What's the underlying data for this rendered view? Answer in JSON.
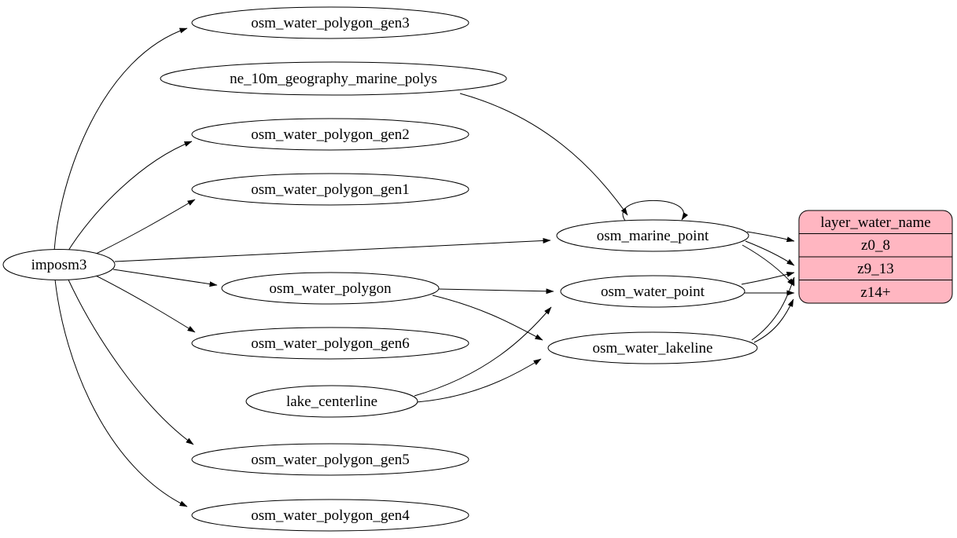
{
  "diagram": {
    "type": "directed-graph",
    "nodes": [
      {
        "id": "imposm3",
        "label": "imposm3"
      },
      {
        "id": "osm_water_polygon_gen3",
        "label": "osm_water_polygon_gen3"
      },
      {
        "id": "ne_10m_geography_marine_polys",
        "label": "ne_10m_geography_marine_polys"
      },
      {
        "id": "osm_water_polygon_gen2",
        "label": "osm_water_polygon_gen2"
      },
      {
        "id": "osm_water_polygon_gen1",
        "label": "osm_water_polygon_gen1"
      },
      {
        "id": "osm_marine_point",
        "label": "osm_marine_point"
      },
      {
        "id": "osm_water_polygon",
        "label": "osm_water_polygon"
      },
      {
        "id": "osm_water_point",
        "label": "osm_water_point"
      },
      {
        "id": "osm_water_polygon_gen6",
        "label": "osm_water_polygon_gen6"
      },
      {
        "id": "osm_water_lakeline",
        "label": "osm_water_lakeline"
      },
      {
        "id": "lake_centerline",
        "label": "lake_centerline"
      },
      {
        "id": "osm_water_polygon_gen5",
        "label": "osm_water_polygon_gen5"
      },
      {
        "id": "osm_water_polygon_gen4",
        "label": "osm_water_polygon_gen4"
      }
    ],
    "record": {
      "title": "layer_water_name",
      "rows": [
        "z0_8",
        "z9_13",
        "z14+"
      ],
      "fill": "#ffb6c1",
      "stroke": "#000000"
    },
    "edges": [
      {
        "from": "imposm3",
        "to": "osm_water_polygon_gen3"
      },
      {
        "from": "imposm3",
        "to": "osm_water_polygon_gen2"
      },
      {
        "from": "imposm3",
        "to": "osm_water_polygon_gen1"
      },
      {
        "from": "imposm3",
        "to": "osm_marine_point"
      },
      {
        "from": "imposm3",
        "to": "osm_water_polygon"
      },
      {
        "from": "imposm3",
        "to": "osm_water_polygon_gen6"
      },
      {
        "from": "imposm3",
        "to": "osm_water_polygon_gen5"
      },
      {
        "from": "imposm3",
        "to": "osm_water_polygon_gen4"
      },
      {
        "from": "ne_10m_geography_marine_polys",
        "to": "osm_marine_point"
      },
      {
        "from": "osm_marine_point",
        "to": "osm_marine_point"
      },
      {
        "from": "osm_water_polygon",
        "to": "osm_water_point"
      },
      {
        "from": "osm_water_polygon",
        "to": "osm_water_lakeline"
      },
      {
        "from": "lake_centerline",
        "to": "osm_water_point"
      },
      {
        "from": "lake_centerline",
        "to": "osm_water_lakeline"
      },
      {
        "from": "osm_marine_point",
        "to": "layer_water_name.z0_8"
      },
      {
        "from": "osm_marine_point",
        "to": "layer_water_name.z9_13"
      },
      {
        "from": "osm_marine_point",
        "to": "layer_water_name.z14+"
      },
      {
        "from": "osm_water_point",
        "to": "layer_water_name.z9_13"
      },
      {
        "from": "osm_water_point",
        "to": "layer_water_name.z14+"
      },
      {
        "from": "osm_water_lakeline",
        "to": "layer_water_name.z9_13"
      },
      {
        "from": "osm_water_lakeline",
        "to": "layer_water_name.z14+"
      }
    ]
  }
}
